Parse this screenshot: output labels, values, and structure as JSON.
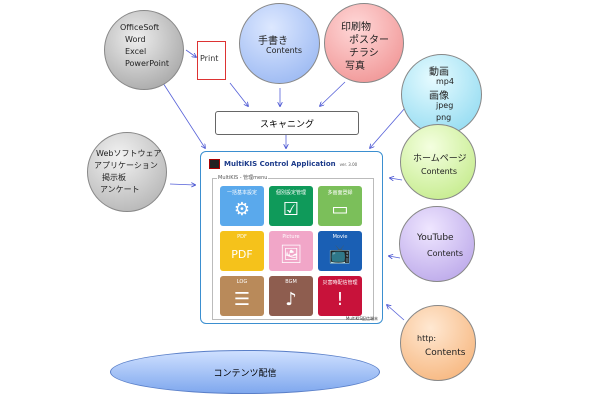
{
  "sources": {
    "office": {
      "title": "OfficeSoft",
      "items": [
        "Word",
        "Excel",
        "PowerPoint"
      ]
    },
    "print_doc": "Print",
    "handwritten": {
      "title": "手書き",
      "sub": "Contents"
    },
    "printed": {
      "title": "印刷物",
      "items": [
        "ポスター",
        "チラシ",
        "写真"
      ]
    },
    "media": {
      "video": "動画",
      "video_fmt": "mp4",
      "image": "画像",
      "image_fmts": [
        "jpeg",
        "png"
      ]
    },
    "web": {
      "lines": [
        "Webソフトウェア",
        "アプリケーション",
        "掲示板",
        "アンケート"
      ]
    },
    "homepage": {
      "title": "ホームページ",
      "sub": "Contents"
    },
    "youtube": {
      "title": "YouTube",
      "sub": "Contents"
    },
    "http": {
      "title": "http:",
      "sub": "Contents"
    }
  },
  "scanning": "スキャニング",
  "app": {
    "title": "MultiKIS  Control  Application",
    "version": "ver. 3.00",
    "group_label": "MultiKIS - 管理menu",
    "tiles": [
      {
        "label": "一括基本設定",
        "icon": "⚙",
        "color": "#5aa9ec"
      },
      {
        "label": "個別設定管理",
        "icon": "☑",
        "color": "#0f9a5a"
      },
      {
        "label": "多画面登録",
        "icon": "▭",
        "color": "#7bbf5a"
      },
      {
        "label": "PDF",
        "icon": "PDF",
        "color": "#f5c21b"
      },
      {
        "label": "Picture",
        "icon": "🖼",
        "color": "#f1a6c8"
      },
      {
        "label": "Movie",
        "icon": "📺",
        "color": "#1a5fb4"
      },
      {
        "label": "LOG",
        "icon": "☰",
        "color": "#b98a5a"
      },
      {
        "label": "BGM",
        "icon": "♪",
        "color": "#8e5d4f"
      },
      {
        "label": "災害時配信管理",
        "icon": "!",
        "color": "#c8123a"
      }
    ],
    "footer": "MultiKIS配信端末"
  },
  "delivery": "コンテンツ配信"
}
